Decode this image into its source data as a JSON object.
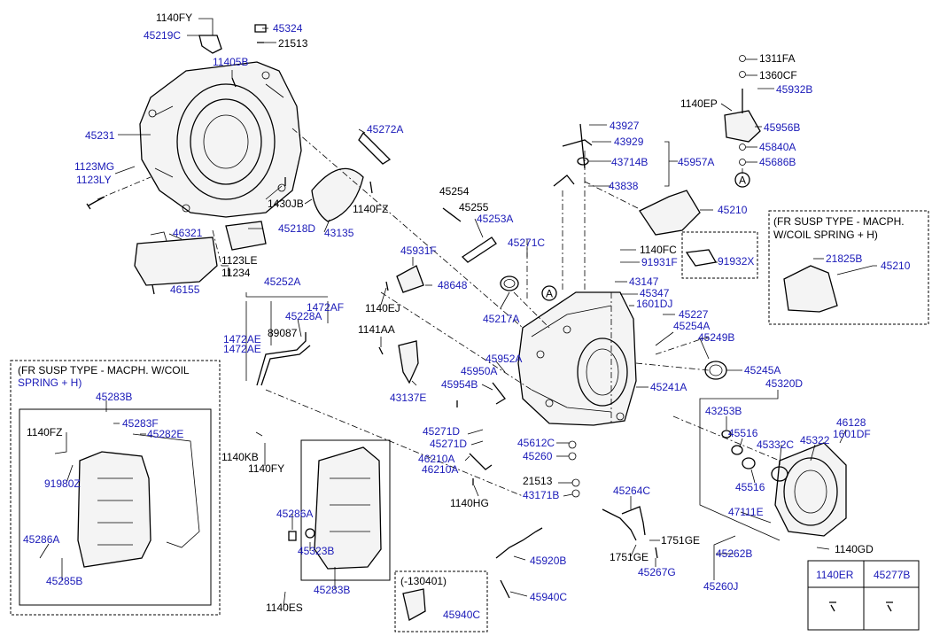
{
  "parts": [
    {
      "id": "p1140FY_a",
      "code": "1140FY",
      "color": "black"
    },
    {
      "id": "p45324",
      "code": "45324",
      "color": "blue"
    },
    {
      "id": "p45219C",
      "code": "45219C",
      "color": "blue"
    },
    {
      "id": "p21513_a",
      "code": "21513",
      "color": "black"
    },
    {
      "id": "p11405B",
      "code": "11405B",
      "color": "blue"
    },
    {
      "id": "p45231",
      "code": "45231",
      "color": "blue"
    },
    {
      "id": "p45272A",
      "code": "45272A",
      "color": "blue"
    },
    {
      "id": "p1123MG",
      "code": "1123MG",
      "color": "blue"
    },
    {
      "id": "p1123LY",
      "code": "1123LY",
      "color": "blue"
    },
    {
      "id": "p1430JB",
      "code": "1430JB",
      "color": "black"
    },
    {
      "id": "p1140FZ_a",
      "code": "1140FZ",
      "color": "black"
    },
    {
      "id": "p45218D",
      "code": "45218D",
      "color": "blue"
    },
    {
      "id": "p43135",
      "code": "43135",
      "color": "blue"
    },
    {
      "id": "p46321",
      "code": "46321",
      "color": "blue"
    },
    {
      "id": "p1123LE",
      "code": "1123LE",
      "color": "black"
    },
    {
      "id": "p11234",
      "code": "11234",
      "color": "black"
    },
    {
      "id": "p46155",
      "code": "46155",
      "color": "blue"
    },
    {
      "id": "p45252A",
      "code": "45252A",
      "color": "blue"
    },
    {
      "id": "p1472AF",
      "code": "1472AF",
      "color": "blue"
    },
    {
      "id": "p45228A",
      "code": "45228A",
      "color": "blue"
    },
    {
      "id": "p89087",
      "code": "89087",
      "color": "black"
    },
    {
      "id": "p1472AE",
      "code": "1472AE",
      "color": "blue"
    },
    {
      "id": "p1472AE_b",
      "code": "1472AE",
      "color": "blue"
    },
    {
      "id": "p45254",
      "code": "45254",
      "color": "black"
    },
    {
      "id": "p45255",
      "code": "45255",
      "color": "black"
    },
    {
      "id": "p45253A",
      "code": "45253A",
      "color": "blue"
    },
    {
      "id": "p45931F",
      "code": "45931F",
      "color": "blue"
    },
    {
      "id": "p48648",
      "code": "48648",
      "color": "blue"
    },
    {
      "id": "p1140EJ",
      "code": "1140EJ",
      "color": "black"
    },
    {
      "id": "p1141AA",
      "code": "1141AA",
      "color": "black"
    },
    {
      "id": "p45217A",
      "code": "45217A",
      "color": "blue"
    },
    {
      "id": "p45271C",
      "code": "45271C",
      "color": "blue"
    },
    {
      "id": "p43927",
      "code": "43927",
      "color": "blue"
    },
    {
      "id": "p43929",
      "code": "43929",
      "color": "blue"
    },
    {
      "id": "p43714B",
      "code": "43714B",
      "color": "blue"
    },
    {
      "id": "p45957A",
      "code": "45957A",
      "color": "blue"
    },
    {
      "id": "p43838",
      "code": "43838",
      "color": "blue"
    },
    {
      "id": "p45210_a",
      "code": "45210",
      "color": "blue"
    },
    {
      "id": "p1140FC",
      "code": "1140FC",
      "color": "black"
    },
    {
      "id": "p91931F",
      "code": "91931F",
      "color": "blue"
    },
    {
      "id": "p91932X",
      "code": "91932X",
      "color": "blue"
    },
    {
      "id": "p43147",
      "code": "43147",
      "color": "blue"
    },
    {
      "id": "p45347",
      "code": "45347",
      "color": "blue"
    },
    {
      "id": "p1601DJ",
      "code": "1601DJ",
      "color": "blue"
    },
    {
      "id": "p45227",
      "code": "45227",
      "color": "blue"
    },
    {
      "id": "p45254A",
      "code": "45254A",
      "color": "blue"
    },
    {
      "id": "p45249B",
      "code": "45249B",
      "color": "blue"
    },
    {
      "id": "p45245A",
      "code": "45245A",
      "color": "blue"
    },
    {
      "id": "p45241A",
      "code": "45241A",
      "color": "blue"
    },
    {
      "id": "p45952A",
      "code": "45952A",
      "color": "blue"
    },
    {
      "id": "p45950A",
      "code": "45950A",
      "color": "blue"
    },
    {
      "id": "p45954B",
      "code": "45954B",
      "color": "blue"
    },
    {
      "id": "p43137E",
      "code": "43137E",
      "color": "blue"
    },
    {
      "id": "p45271D_a",
      "code": "45271D",
      "color": "blue"
    },
    {
      "id": "p45271D_b",
      "code": "45271D",
      "color": "blue"
    },
    {
      "id": "p46210A_a",
      "code": "46210A",
      "color": "blue"
    },
    {
      "id": "p46210A_b",
      "code": "46210A",
      "color": "blue"
    },
    {
      "id": "p1140HG",
      "code": "1140HG",
      "color": "black"
    },
    {
      "id": "p45612C",
      "code": "45612C",
      "color": "blue"
    },
    {
      "id": "p45260",
      "code": "45260",
      "color": "blue"
    },
    {
      "id": "p21513_b",
      "code": "21513",
      "color": "black"
    },
    {
      "id": "p43171B",
      "code": "43171B",
      "color": "blue"
    },
    {
      "id": "p45264C",
      "code": "45264C",
      "color": "blue"
    },
    {
      "id": "p1751GE_a",
      "code": "1751GE",
      "color": "black"
    },
    {
      "id": "p1751GE_b",
      "code": "1751GE",
      "color": "black"
    },
    {
      "id": "p45267G",
      "code": "45267G",
      "color": "blue"
    },
    {
      "id": "p45920B",
      "code": "45920B",
      "color": "blue"
    },
    {
      "id": "p45940C_a",
      "code": "45940C",
      "color": "blue"
    },
    {
      "id": "p45940C_b",
      "code": "45940C",
      "color": "blue"
    },
    {
      "id": "p45262B",
      "code": "45262B",
      "color": "blue"
    },
    {
      "id": "p45260J",
      "code": "45260J",
      "color": "blue"
    },
    {
      "id": "p1140GD",
      "code": "1140GD",
      "color": "black"
    },
    {
      "id": "p45320D",
      "code": "45320D",
      "color": "blue"
    },
    {
      "id": "p43253B",
      "code": "43253B",
      "color": "blue"
    },
    {
      "id": "p45516_a",
      "code": "45516",
      "color": "blue"
    },
    {
      "id": "p45332C",
      "code": "45332C",
      "color": "blue"
    },
    {
      "id": "p45322",
      "code": "45322",
      "color": "blue"
    },
    {
      "id": "p46128",
      "code": "46128",
      "color": "blue"
    },
    {
      "id": "p1601DF",
      "code": "1601DF",
      "color": "blue"
    },
    {
      "id": "p45516_b",
      "code": "45516",
      "color": "blue"
    },
    {
      "id": "p47111E",
      "code": "47111E",
      "color": "blue"
    },
    {
      "id": "p1311FA",
      "code": "1311FA",
      "color": "black"
    },
    {
      "id": "p1360CF",
      "code": "1360CF",
      "color": "black"
    },
    {
      "id": "p45932B",
      "code": "45932B",
      "color": "blue"
    },
    {
      "id": "p1140EP",
      "code": "1140EP",
      "color": "black"
    },
    {
      "id": "p45956B",
      "code": "45956B",
      "color": "blue"
    },
    {
      "id": "p45840A",
      "code": "45840A",
      "color": "blue"
    },
    {
      "id": "p45686B",
      "code": "45686B",
      "color": "blue"
    },
    {
      "id": "p21825B",
      "code": "21825B",
      "color": "blue"
    },
    {
      "id": "p45210_b",
      "code": "45210",
      "color": "blue"
    },
    {
      "id": "p45283B_a",
      "code": "45283B",
      "color": "blue"
    },
    {
      "id": "p45283F",
      "code": "45283F",
      "color": "blue"
    },
    {
      "id": "p45282E",
      "code": "45282E",
      "color": "blue"
    },
    {
      "id": "p1140FZ_b",
      "code": "1140FZ",
      "color": "black"
    },
    {
      "id": "p91980Z",
      "code": "91980Z",
      "color": "blue"
    },
    {
      "id": "p45286A_a",
      "code": "45286A",
      "color": "blue"
    },
    {
      "id": "p45285B",
      "code": "45285B",
      "color": "blue"
    },
    {
      "id": "p1140KB",
      "code": "1140KB",
      "color": "black"
    },
    {
      "id": "p1140FY_b",
      "code": "1140FY",
      "color": "black"
    },
    {
      "id": "p45286A_b",
      "code": "45286A",
      "color": "blue"
    },
    {
      "id": "p45323B",
      "code": "45323B",
      "color": "blue"
    },
    {
      "id": "p45283B_b",
      "code": "45283B",
      "color": "blue"
    },
    {
      "id": "p1140ES",
      "code": "1140ES",
      "color": "black"
    }
  ],
  "callouts": {
    "circle_a1": "A",
    "circle_a2": "A"
  },
  "notes": {
    "fr_susp_right_line1": "(FR SUSP TYPE - MACPH.",
    "fr_susp_right_line2": "W/COIL SPRING + H)",
    "fr_susp_left_line1": "(FR SUSP TYPE - MACPH. W/COIL",
    "fr_susp_left_line2": "SPRING + H)",
    "date_range": "(-130401)"
  },
  "legend_table": {
    "col1": "1140ER",
    "col2": "45277B"
  },
  "colors": {
    "blue_label": "#1a1ab8",
    "black_label": "#000000"
  }
}
